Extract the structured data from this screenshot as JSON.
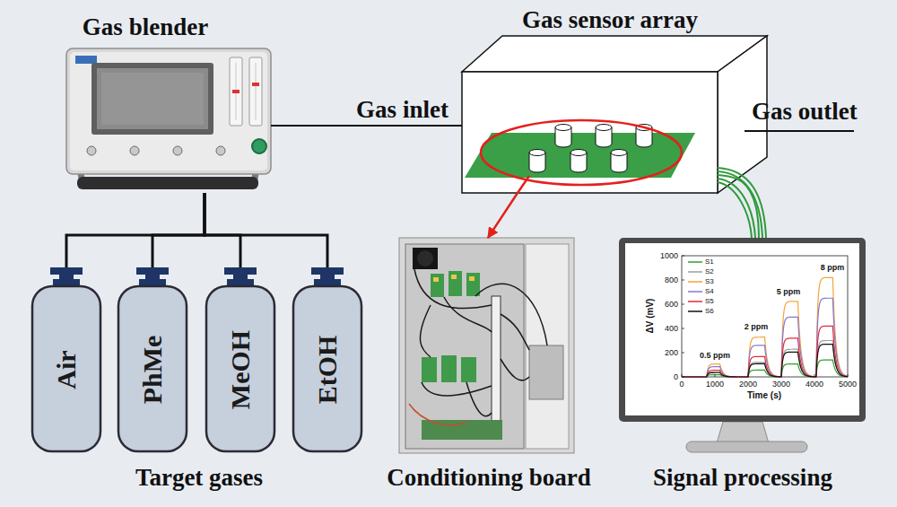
{
  "diagram": {
    "nodes": [
      {
        "text": [
          "Gas blender"
        ]
      },
      {
        "text": [
          "Gas sensor array"
        ]
      },
      {
        "text": [
          "Air"
        ]
      },
      {
        "text": [
          "PhMe"
        ]
      },
      {
        "text": [
          "MeOH"
        ]
      },
      {
        "text": [
          "EtOH"
        ]
      },
      {
        "text": [
          "Conditioning board"
        ]
      },
      {
        "text": [
          "Signal processing"
        ]
      }
    ],
    "edges": [
      {
        "from": 2,
        "to": 0,
        "arrow": "none"
      },
      {
        "from": 3,
        "to": 0,
        "arrow": "none"
      },
      {
        "from": 4,
        "to": 0,
        "arrow": "none"
      },
      {
        "from": 5,
        "to": 0,
        "arrow": "none"
      },
      {
        "from": 0,
        "to": 1,
        "label": "Gas inlet",
        "arrow": "none"
      },
      {
        "from": 1,
        "to": 6,
        "arrow": "to"
      },
      {
        "from": 1,
        "to": 7,
        "arrow": "none"
      }
    ],
    "labels": [
      "Gas outlet",
      "Target gases",
      "1000",
      "800",
      "600",
      "400",
      "200",
      "0",
      "0",
      "1000",
      "2000",
      "3000",
      "4000",
      "5000",
      "ΔV (mV)",
      "Time (s)",
      "0.5 ppm",
      "2 ppm",
      "5 ppm",
      "8 ppm"
    ],
    "legend": [
      {
        "text": "S1"
      },
      {
        "text": "S2"
      },
      {
        "text": "S3"
      },
      {
        "text": "S4"
      },
      {
        "text": "S5"
      },
      {
        "text": "S6"
      }
    ]
  }
}
